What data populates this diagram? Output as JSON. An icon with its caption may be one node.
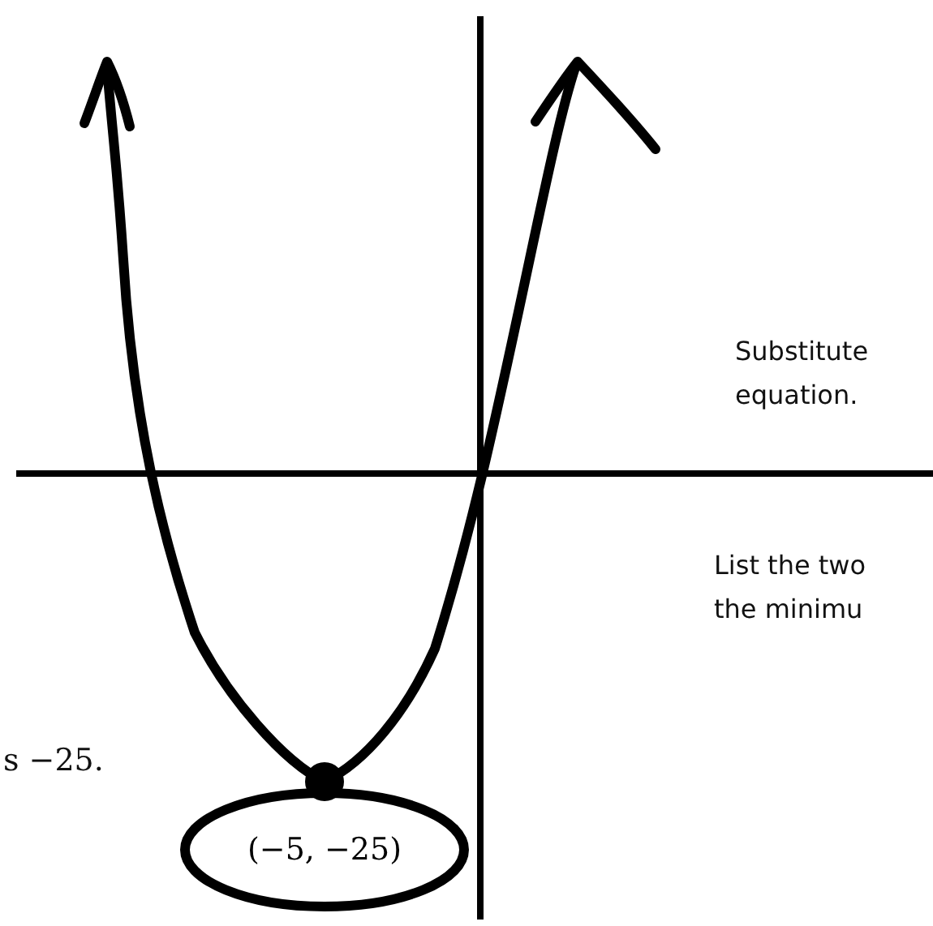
{
  "diagram": {
    "nodes": [
      {
        "text": [
          "(−5, −25)"
        ]
      }
    ],
    "labels": [
      "Substitute equation.",
      "List the two the minimu",
      "s −25."
    ]
  }
}
